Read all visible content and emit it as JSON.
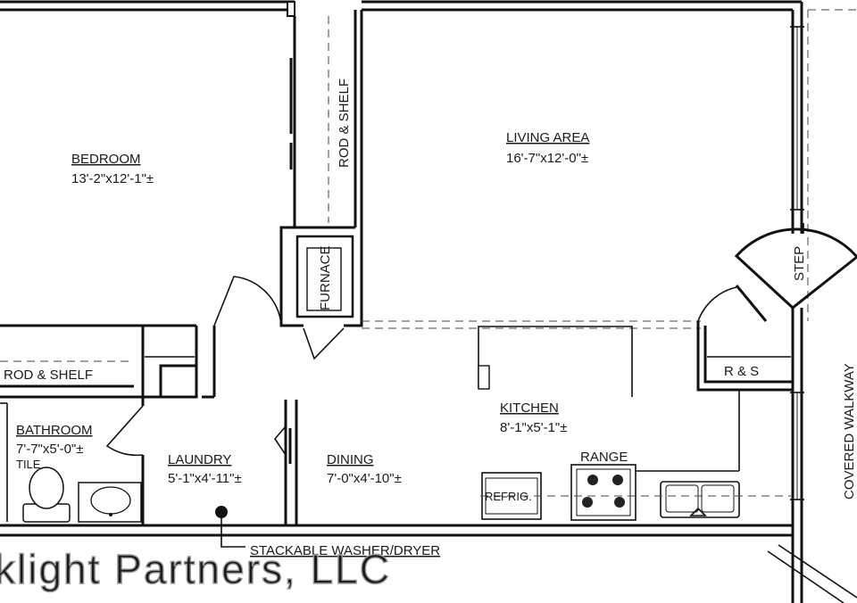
{
  "rooms": {
    "bedroom": {
      "name": "BEDROOM",
      "size": "13'-2\"x12'-1\"±"
    },
    "living": {
      "name": "LIVING AREA",
      "size": "16'-7\"x12'-0\"±"
    },
    "kitchen": {
      "name": "KITCHEN",
      "size": "8'-1\"x5'-1\"±"
    },
    "bathroom": {
      "name": "BATHROOM",
      "size": "7'-7\"x5'-0\"±",
      "floor": "TILE"
    },
    "laundry": {
      "name": "LAUNDRY",
      "size": "5'-1\"x4'-11\"±"
    },
    "dining": {
      "name": "DINING",
      "size": "7'-0\"x4'-10\"±"
    }
  },
  "fixtures": {
    "closet_bedroom": "ROD & SHELF",
    "closet_hall": "ROD & SHELF",
    "furnace": "FURNACE",
    "step": "STEP",
    "rs": "R & S",
    "range": "RANGE",
    "refrig": "REFRIG.",
    "washer_dryer": "STACKABLE WASHER/DRYER",
    "walkway": "COVERED WALKWAY"
  },
  "watermark": "klight Partners, LLC"
}
